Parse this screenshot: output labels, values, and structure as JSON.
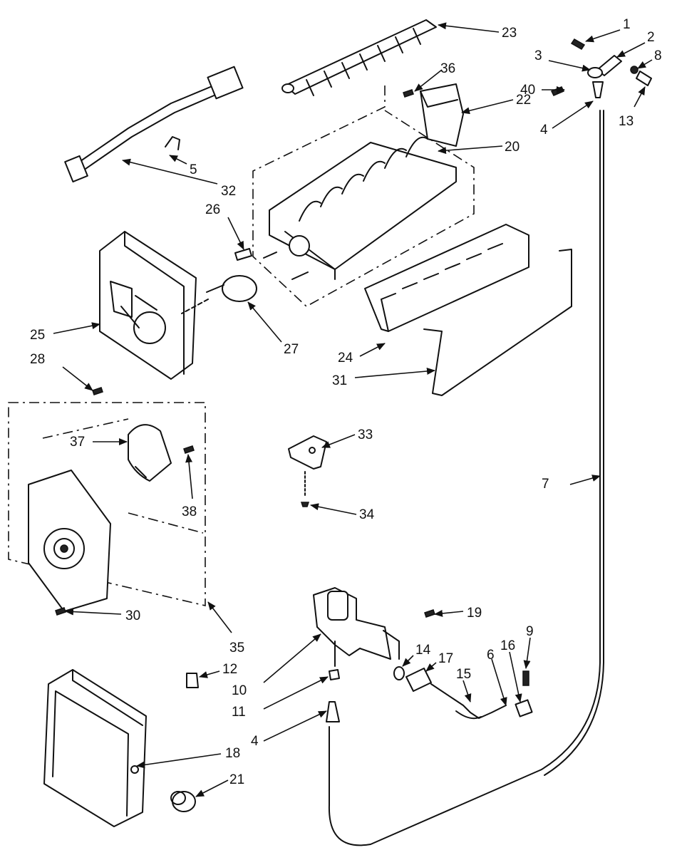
{
  "diagram": {
    "part_labels": [
      "1",
      "2",
      "3",
      "4",
      "5",
      "6",
      "7",
      "8",
      "9",
      "10",
      "11",
      "12",
      "13",
      "14",
      "15",
      "16",
      "17",
      "18",
      "19",
      "20",
      "21",
      "22",
      "23",
      "24",
      "25",
      "26",
      "27",
      "28",
      "30",
      "31",
      "32",
      "33",
      "34",
      "35",
      "36",
      "37",
      "38",
      "40"
    ]
  },
  "colors": {
    "ink": "#111111",
    "paper": "#ffffff"
  }
}
